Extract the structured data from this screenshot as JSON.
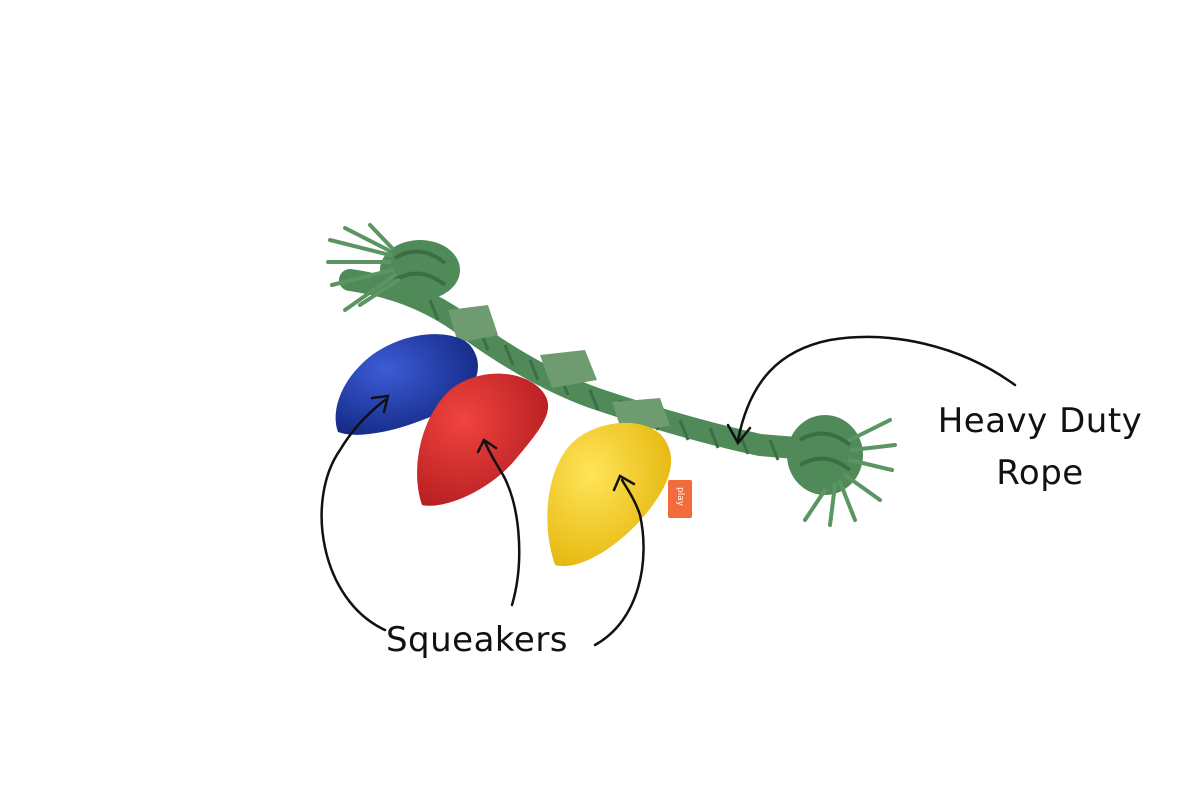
{
  "labels": {
    "rope_line1": "Heavy Duty",
    "rope_line2": "Rope",
    "squeakers": "Squeakers"
  },
  "tag": {
    "text": "play"
  },
  "colors": {
    "background": "#ffffff",
    "rope": "#4f8a58",
    "rope_dark": "#3c6e45",
    "blue_bulb": "#1e3aa6",
    "red_bulb": "#d92a2c",
    "yellow_bulb": "#f3cc1d",
    "tag": "#f26b3a",
    "ink": "#111111"
  }
}
